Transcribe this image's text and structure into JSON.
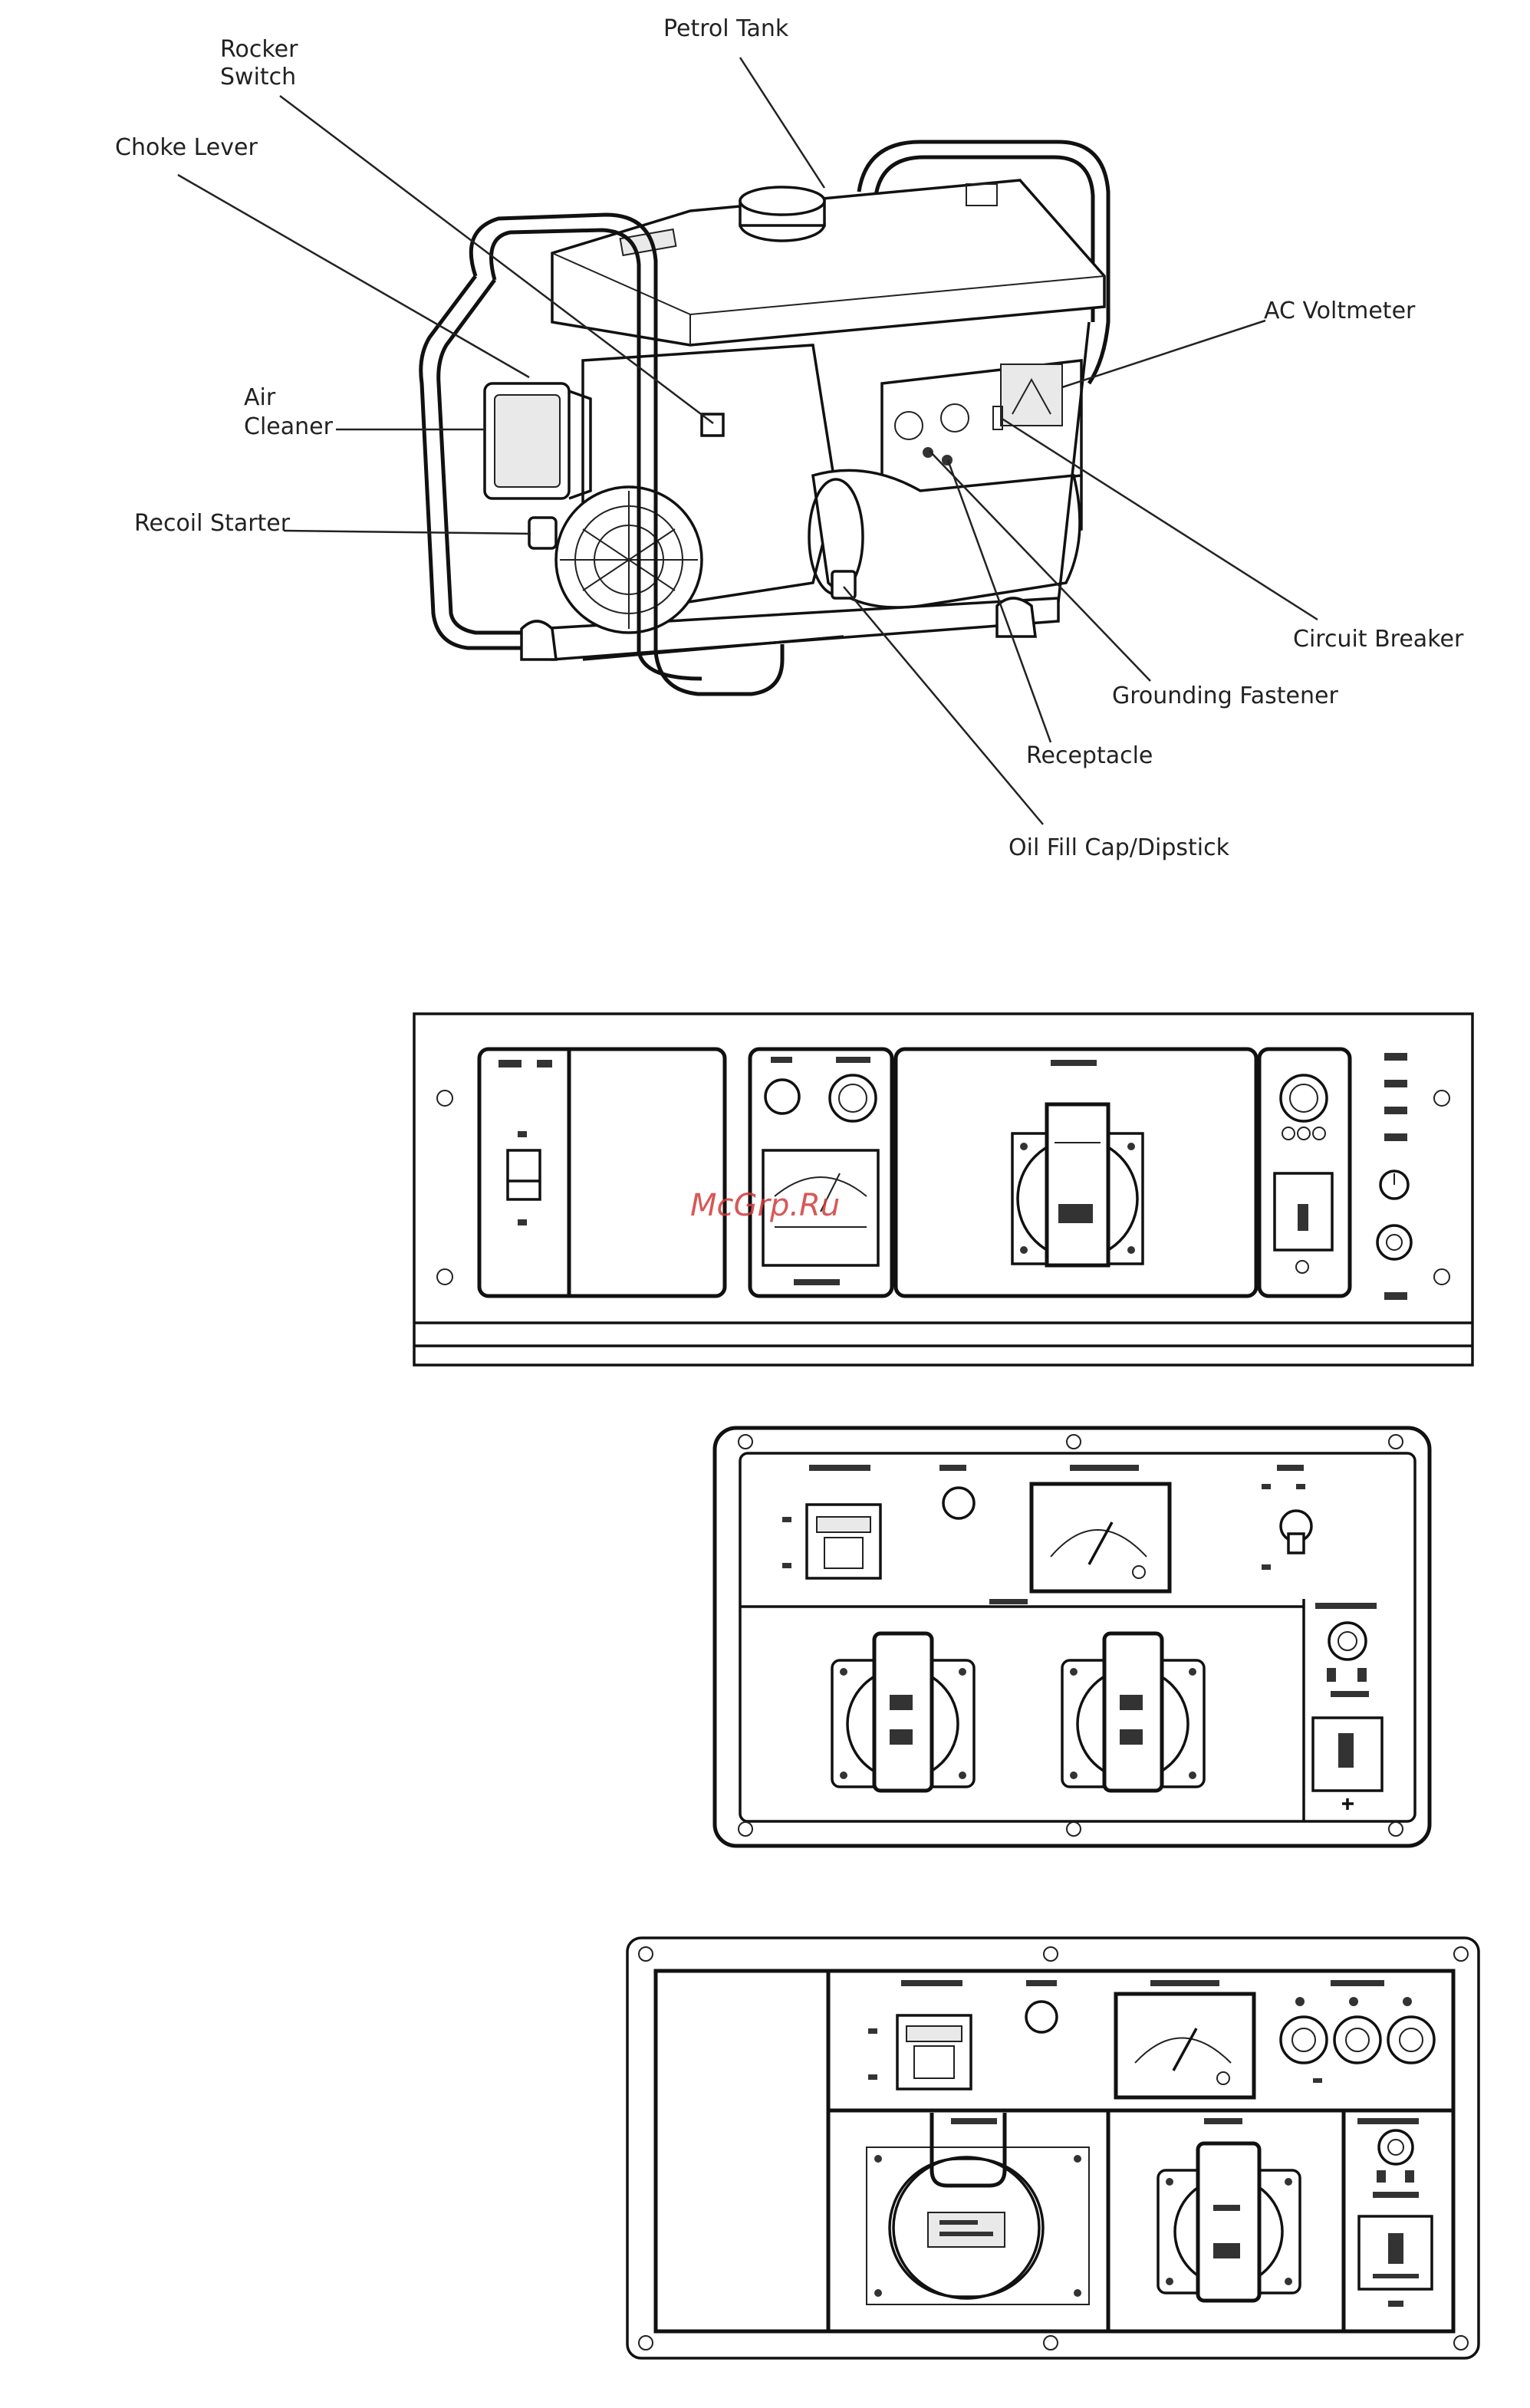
{
  "diagram": {
    "labels": {
      "petrol_tank": "Petrol Tank",
      "rocker_switch_1": "Rocker",
      "rocker_switch_2": "Switch",
      "choke_lever": "Choke Lever",
      "air_cleaner_1": "Air",
      "air_cleaner_2": "Cleaner",
      "recoil_starter": "Recoil Starter",
      "ac_voltmeter": "AC Voltmeter",
      "circuit_breaker": "Circuit Breaker",
      "grounding_fastener": "Grounding Fastener",
      "receptacle": "Receptacle",
      "oil_fill_cap": "Oil Fill Cap/Dipstick"
    }
  },
  "watermark": "McGrp.Ru"
}
